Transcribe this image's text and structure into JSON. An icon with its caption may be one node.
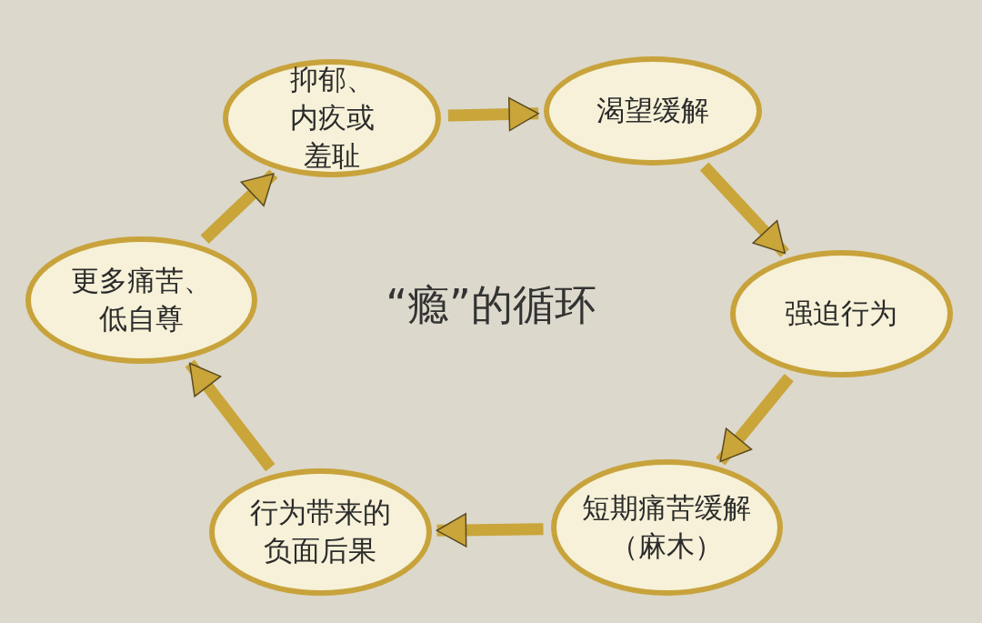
{
  "diagram": {
    "title": "“瘾”的循环",
    "nodes": [
      {
        "text": [
          "抑郁、内疚或羞耻"
        ]
      },
      {
        "text": [
          "渴望缓解"
        ]
      },
      {
        "text": [
          "强迫行为"
        ]
      },
      {
        "text": [
          "短期痛苦缓解（麻木）"
        ]
      },
      {
        "text": [
          "行为带来的负面后果"
        ]
      },
      {
        "text": [
          "更多痛苦、低自尊"
        ]
      }
    ],
    "edges": [
      {
        "from": 0,
        "to": 1,
        "arrow": "to"
      },
      {
        "from": 1,
        "to": 2,
        "arrow": "to"
      },
      {
        "from": 2,
        "to": 3,
        "arrow": "to"
      },
      {
        "from": 3,
        "to": 4,
        "arrow": "to"
      },
      {
        "from": 4,
        "to": 5,
        "arrow": "to"
      },
      {
        "from": 5,
        "to": 0,
        "arrow": "to"
      }
    ]
  }
}
